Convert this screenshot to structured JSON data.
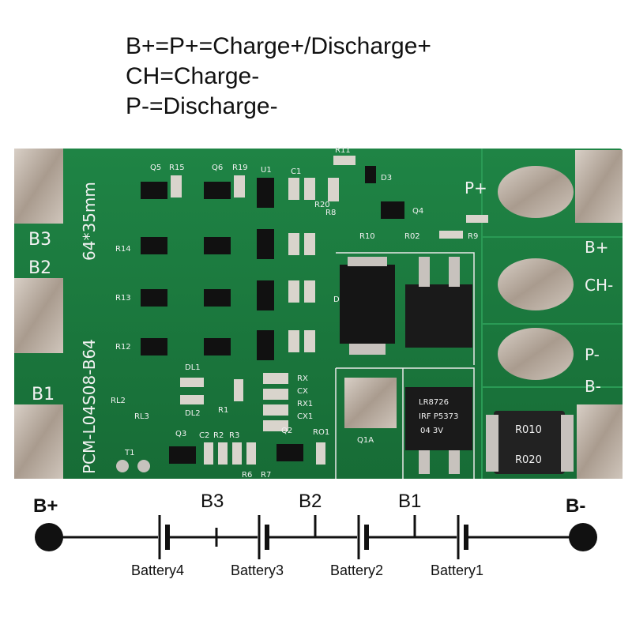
{
  "legend": {
    "lines": [
      "B+=P+=Charge+/Discharge+",
      "CH=Charge-",
      "P-=Discharge-"
    ]
  },
  "board": {
    "model": "PCM-L04S08-B64",
    "size": "64*35mm",
    "edge_labels_left": [
      "B3",
      "B2",
      "B1"
    ],
    "edge_labels_right": [
      "P+",
      "B+",
      "CH-",
      "P-",
      "B-"
    ],
    "component_labels": [
      "Q5",
      "R15",
      "Q6",
      "R19",
      "U1",
      "C1",
      "R20",
      "R11",
      "D3",
      "R8",
      "Q4",
      "R10",
      "R02",
      "R9",
      "R14",
      "R13",
      "R12",
      "RL2",
      "RL3",
      "T1",
      "DL1",
      "DL2",
      "R1",
      "RX",
      "CX",
      "RX1",
      "CX1",
      "Q3",
      "C2",
      "R2",
      "R3",
      "R6",
      "R7",
      "Q2",
      "RO1",
      "D",
      "Q1A"
    ],
    "chip_markings": [
      "LR8726",
      "IRF P5373",
      "04 3V",
      "R010",
      "R020"
    ],
    "colors": {
      "board": "#1b7a3e",
      "pad": "#b9aca0",
      "silkscreen": "#f2f2f2"
    }
  },
  "wiring": {
    "terminals": [
      "B+",
      "B-"
    ],
    "taps": [
      "B3",
      "B2",
      "B1"
    ],
    "cells": [
      "Battery4",
      "Battery3",
      "Battery2",
      "Battery1"
    ]
  }
}
